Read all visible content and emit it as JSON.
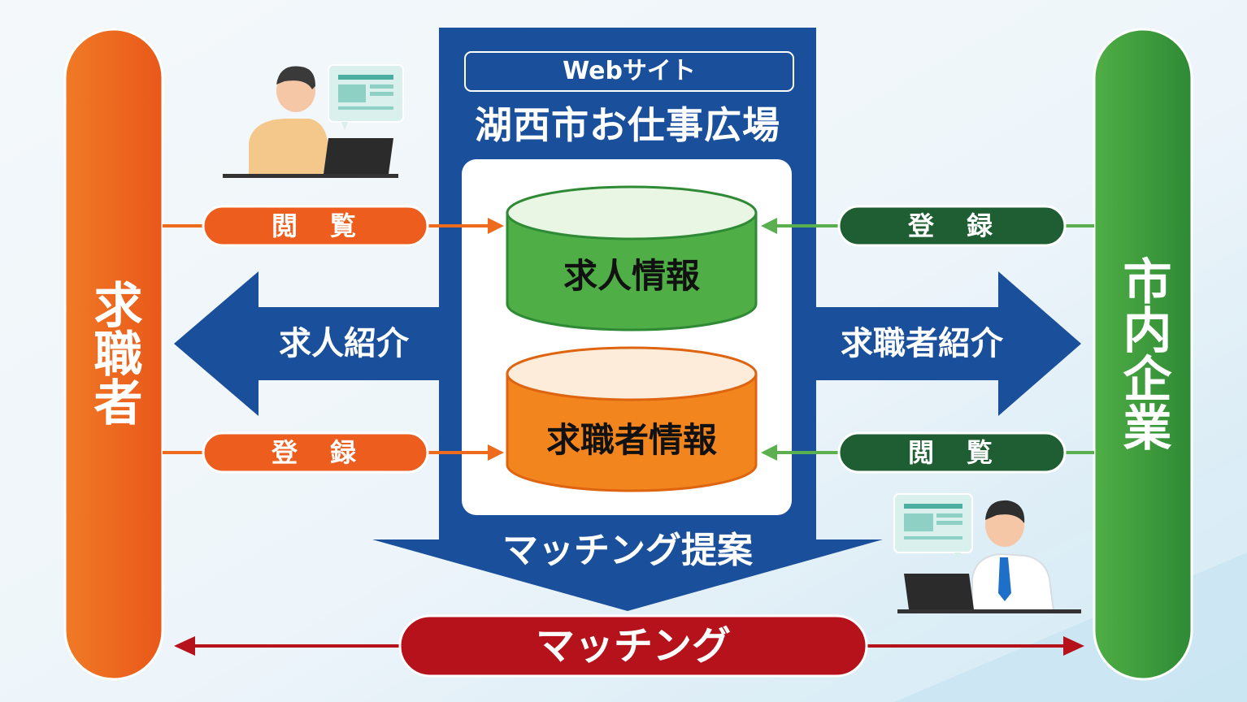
{
  "website": {
    "tag": "Webサイト",
    "title": "湖西市お仕事広場"
  },
  "databases": {
    "jobs": "求人情報",
    "seekers": "求職者情報"
  },
  "left_party": "求職者",
  "right_party": "市内企業",
  "left_actions": {
    "top": "閲　覧",
    "bottom": "登　録"
  },
  "right_actions": {
    "top": "登　録",
    "bottom": "閲　覧"
  },
  "arrows": {
    "left": "求人紹介",
    "right": "求職者紹介",
    "down": "マッチング提案"
  },
  "matching": "マッチング",
  "colors": {
    "orange": "#ee6a1d",
    "green": "#3d9c3a",
    "dark_green": "#1f5e33",
    "blue": "#1a4f9c",
    "red": "#b5121b"
  }
}
